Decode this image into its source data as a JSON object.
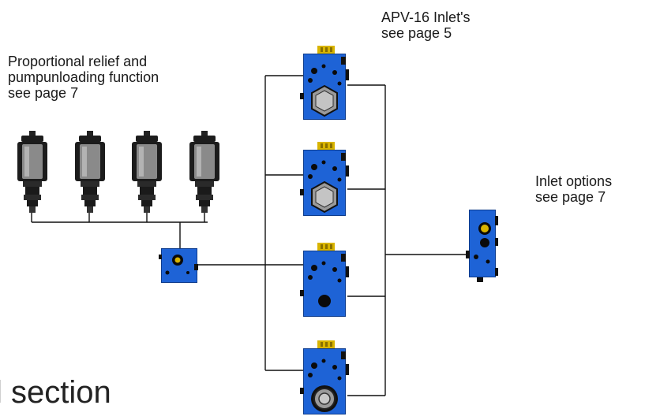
{
  "labels": {
    "relief_line1": "Proportional relief and",
    "relief_line2": "pumpunloading function",
    "relief_line3": "see page 7",
    "apv_line1": "APV-16 Inlet's",
    "apv_line2": "see page 5",
    "inlet_options_line1": "Inlet options",
    "inlet_options_line2": "see page 7",
    "section_fragment": "l section"
  },
  "components": {
    "proportional_valves": 4,
    "inlet_blocks": 4
  },
  "colors": {
    "block_blue": "#1e63d6",
    "block_shadow": "#0d3b8c",
    "cartridge_grey": "#8a8a8a",
    "cartridge_dark": "#1c1c1c",
    "connector_yellow": "#d8b400",
    "line": "#111111"
  }
}
